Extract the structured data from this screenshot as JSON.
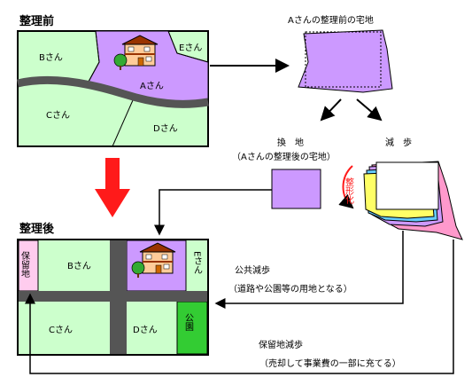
{
  "before": {
    "title": "整理前",
    "labels": {
      "b": "Bさん",
      "e": "Eさん",
      "a": "Aさん",
      "c": "Cさん",
      "d": "Dさん"
    }
  },
  "after": {
    "title": "整理後",
    "labels": {
      "reserve": "保留地",
      "b": "Bさん",
      "e": "Eさん",
      "c": "Cさん",
      "d": "Dさん",
      "park": "公園"
    }
  },
  "plots": {
    "before_plot_title": "Aさんの整理前の宅地",
    "kanchi": "換　地",
    "after_plot_title": "（Aさんの整理後の宅地）",
    "genbu": "減　歩",
    "seikei": "整形化"
  },
  "captions": {
    "public_title": "公共減歩",
    "public_desc": "（道路や公園等の用地となる）",
    "reserve_title": "保留地減歩",
    "reserve_desc": "（売却して事業費の一部に充てる）"
  },
  "colors": {
    "lot": "#ccffcc",
    "a_lot": "#cc99ff",
    "road": "#555555",
    "red_arrow": "#ff1a1a",
    "park": "#33cc33",
    "reserve": "#ffccee",
    "pink_strip": "#ff99cc",
    "yellow_strip": "#ffff66"
  }
}
